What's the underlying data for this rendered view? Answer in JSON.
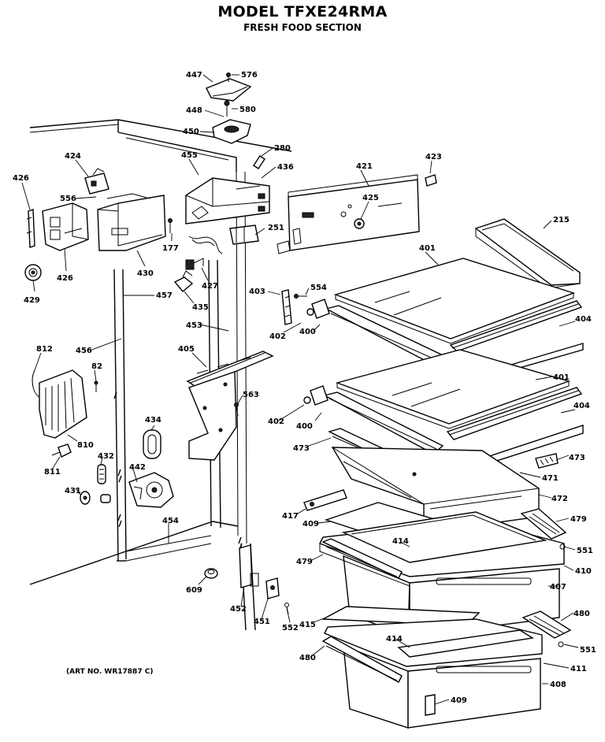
{
  "header": {
    "title": "MODEL TFXE24RMA",
    "subtitle": "FRESH FOOD SECTION"
  },
  "footer": {
    "art_no": "(ART NO. WR17887 C)"
  },
  "callouts": [
    "447",
    "576",
    "448",
    "580",
    "450",
    "280",
    "424",
    "455",
    "436",
    "421",
    "423",
    "426",
    "556",
    "426",
    "177",
    "430",
    "251",
    "425",
    "215",
    "429",
    "427",
    "401",
    "457",
    "435",
    "403",
    "554",
    "402",
    "400",
    "404",
    "453",
    "405",
    "456",
    "812",
    "82",
    "401",
    "563",
    "402",
    "400",
    "404",
    "434",
    "810",
    "473",
    "473",
    "811",
    "432",
    "442",
    "471",
    "431",
    "472",
    "417",
    "479",
    "409",
    "454",
    "414",
    "551",
    "479",
    "410",
    "609",
    "407",
    "452",
    "451",
    "552",
    "415",
    "480",
    "414",
    "551",
    "480",
    "411",
    "408",
    "409"
  ]
}
